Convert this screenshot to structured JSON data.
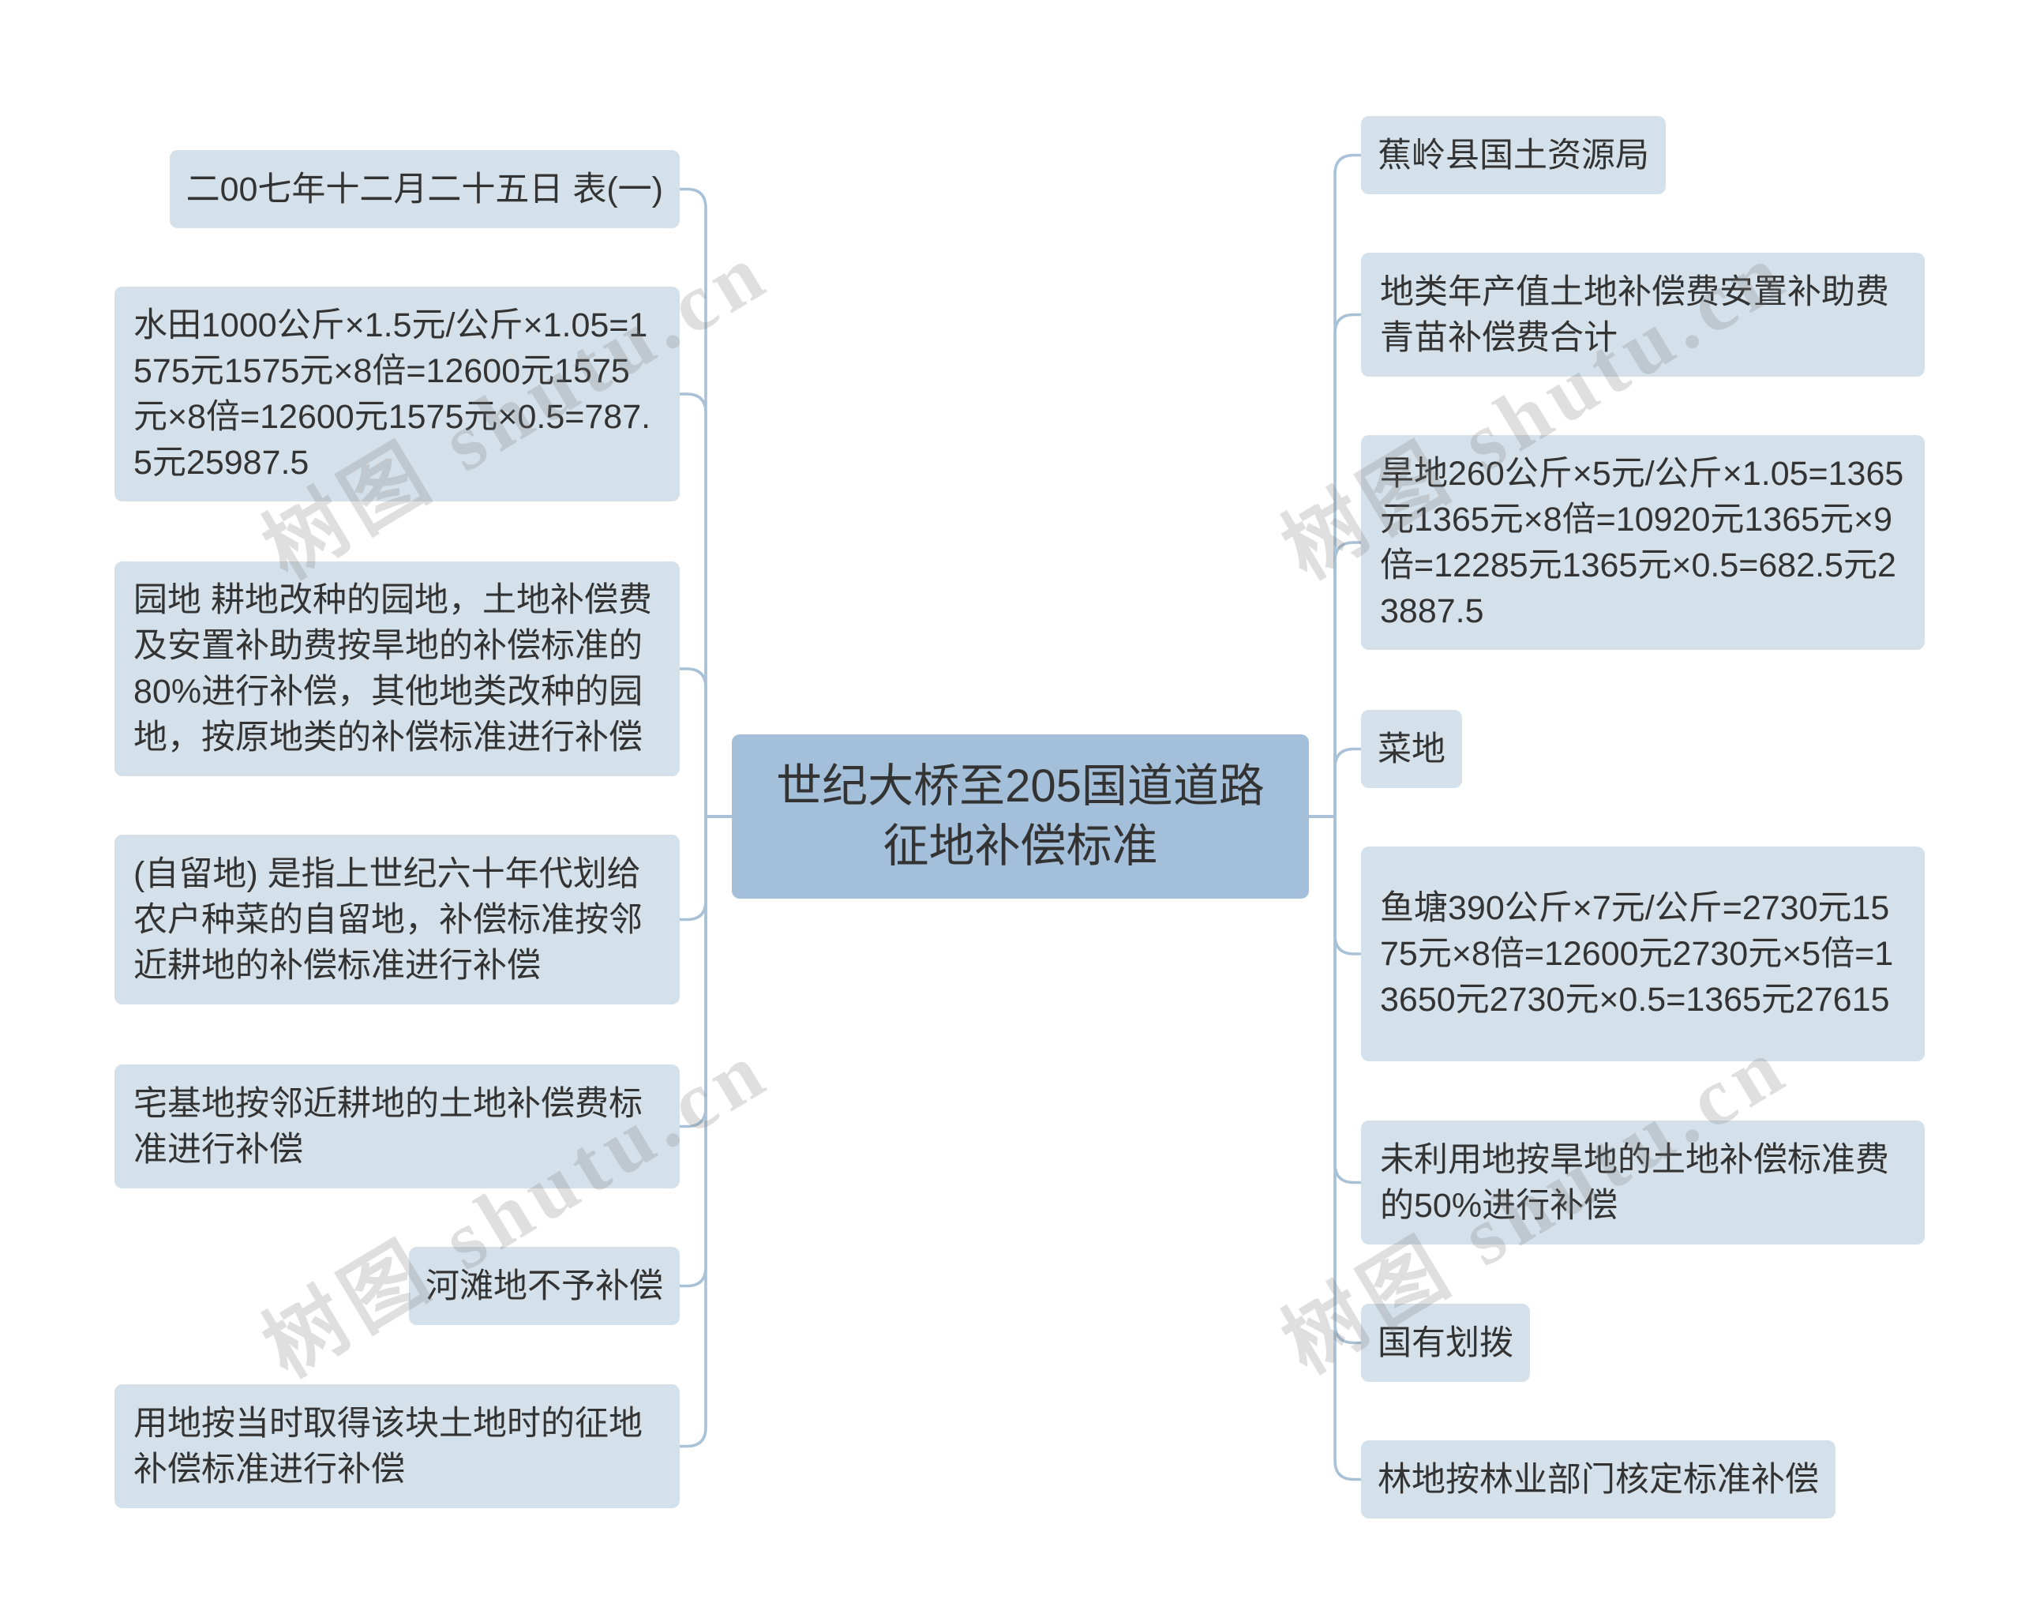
{
  "center": {
    "title": "世纪大桥至205国道道路征地补偿标准"
  },
  "left_branches": [
    {
      "text": "二00七年十二月二十五日 表(一)"
    },
    {
      "text": "水田1000公斤×1.5元/公斤×1.05=1575元1575元×8倍=12600元1575元×8倍=12600元1575元×0.5=787.5元25987.5"
    },
    {
      "text": "园地 耕地改种的园地，土地补偿费及安置补助费按旱地的补偿标准的80%进行补偿，其他地类改种的园地，按原地类的补偿标准进行补偿"
    },
    {
      "text": "(自留地) 是指上世纪六十年代划给农户种菜的自留地，补偿标准按邻近耕地的补偿标准进行补偿"
    },
    {
      "text": "宅基地按邻近耕地的土地补偿费标准进行补偿"
    },
    {
      "text": "河滩地不予补偿"
    },
    {
      "text": "用地按当时取得该块土地时的征地补偿标准进行补偿"
    }
  ],
  "right_branches": [
    {
      "text": "蕉岭县国土资源局"
    },
    {
      "text": "地类年产值土地补偿费安置补助费青苗补偿费合计"
    },
    {
      "text": "旱地260公斤×5元/公斤×1.05=1365元1365元×8倍=10920元1365元×9倍=12285元1365元×0.5=682.5元23887.5"
    },
    {
      "text": "菜地"
    },
    {
      "text": "鱼塘390公斤×7元/公斤=2730元1575元×8倍=12600元2730元×5倍=13650元2730元×0.5=1365元27615"
    },
    {
      "text": "未利用地按旱地的土地补偿标准费的50%进行补偿"
    },
    {
      "text": "国有划拨"
    },
    {
      "text": "林地按林业部门核定标准补偿"
    }
  ],
  "watermark": "树图 shutu.cn",
  "colors": {
    "center_fill": "#a4bfd9",
    "node_fill": "#d5e1ea",
    "connector": "#a9c1d6",
    "text": "#333333"
  }
}
